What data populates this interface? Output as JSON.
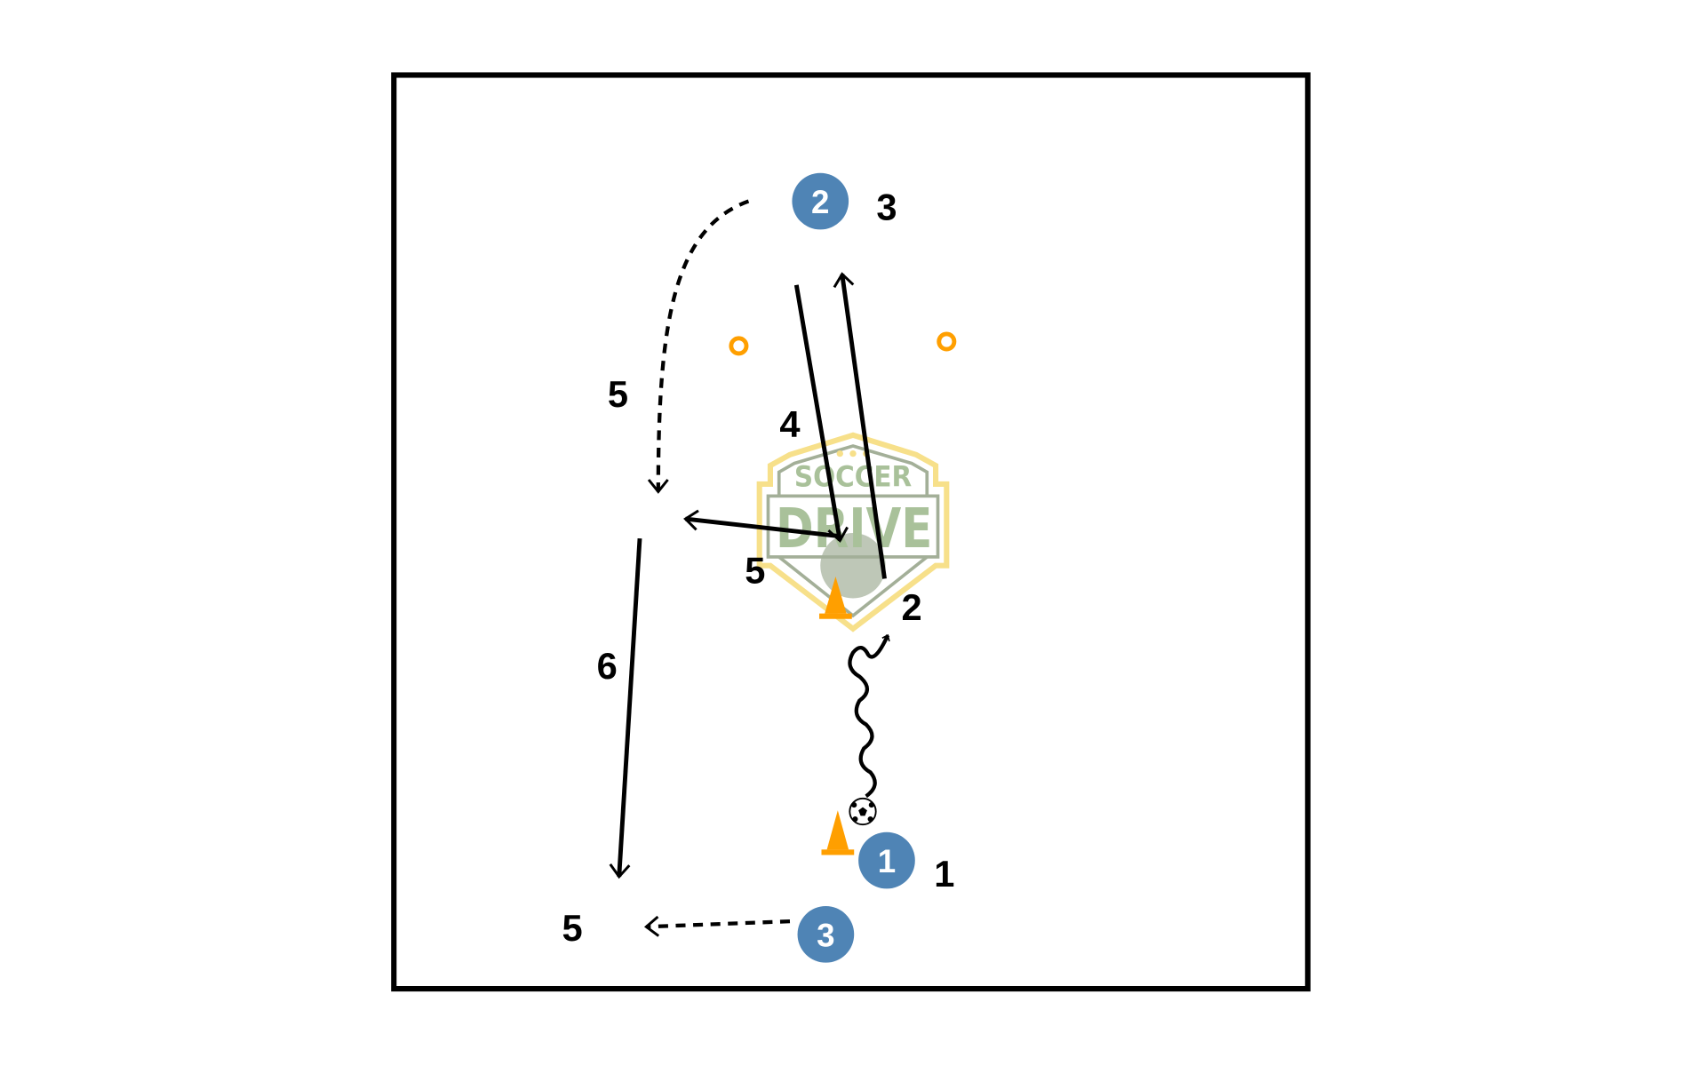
{
  "diagram": {
    "logo": {
      "line1": "SOCCER",
      "line2": "DRIVE"
    },
    "players": [
      {
        "id": "player-2",
        "label": "2"
      },
      {
        "id": "player-1",
        "label": "1"
      },
      {
        "id": "player-3",
        "label": "3"
      }
    ],
    "step_numbers": {
      "s3": "3",
      "s5a": "5",
      "s4": "4",
      "s5b": "5",
      "s2": "2",
      "s6": "6",
      "s5c": "5",
      "s1": "1"
    },
    "colors": {
      "player": "#4f84b5",
      "cone": "#ff9f00",
      "line": "#000000",
      "logo_green": "#a9c19a",
      "logo_yellow": "#f7e08a"
    }
  }
}
